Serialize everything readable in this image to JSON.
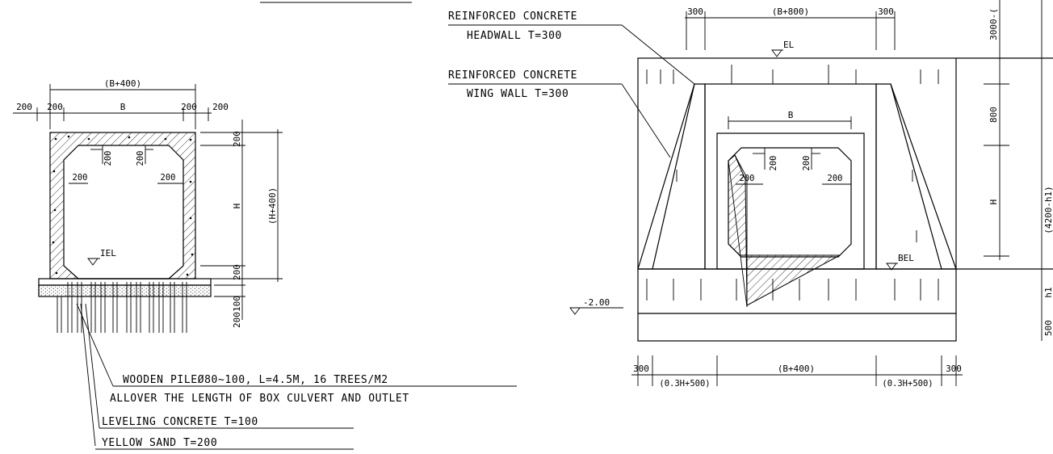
{
  "callouts": {
    "headwall_1": "REINFORCED CONCRETE",
    "headwall_2": "HEADWALL T=300",
    "wingwall_1": "REINFORCED CONCRETE",
    "wingwall_2": "WING WALL T=300",
    "pile_1": "WOODEN PILEØ80~100, L=4.5M, 16 TREES/M2",
    "pile_2": "ALLOVER THE LENGTH OF BOX CULVERT AND OUTLET",
    "leveling": "LEVELING CONCRETE T=100",
    "sand": "YELLOW SAND T=200"
  },
  "section": {
    "dim_b400": "(B+400)",
    "dim_200_a": "200",
    "dim_200_b": "200",
    "dim_b": "B",
    "dim_200_c": "200",
    "dim_200_d": "200",
    "dim_top200": "200",
    "dim_h": "H",
    "dim_h400": "(H+400)",
    "dim_bot200": "200",
    "dim_100": "100",
    "dim_200_sand": "200",
    "haunch_200_1": "200",
    "haunch_200_2": "200",
    "haunch_200_3": "200",
    "haunch_200_4": "200",
    "iel": "IEL"
  },
  "elevation": {
    "dim_300_l": "300",
    "dim_b800": "(B+800)",
    "dim_300_r": "300",
    "el": "EL",
    "dim_3000": "3000-(",
    "dim_800": "800",
    "dim_b": "B",
    "dim_h": "H",
    "dim_4200": "(4200-h1)",
    "bel": "BEL",
    "dim_h1": "h1",
    "dim_500": "500",
    "level": "-2.00",
    "dim_300_bl": "300",
    "dim_b400": "(B+400)",
    "dim_300_br": "300",
    "dim_03h_l": "(0.3H+500)",
    "dim_03h_r": "(0.3H+500)",
    "haunch_200_1": "200",
    "haunch_200_2": "200",
    "haunch_200_3": "200",
    "haunch_200_4": "200"
  }
}
